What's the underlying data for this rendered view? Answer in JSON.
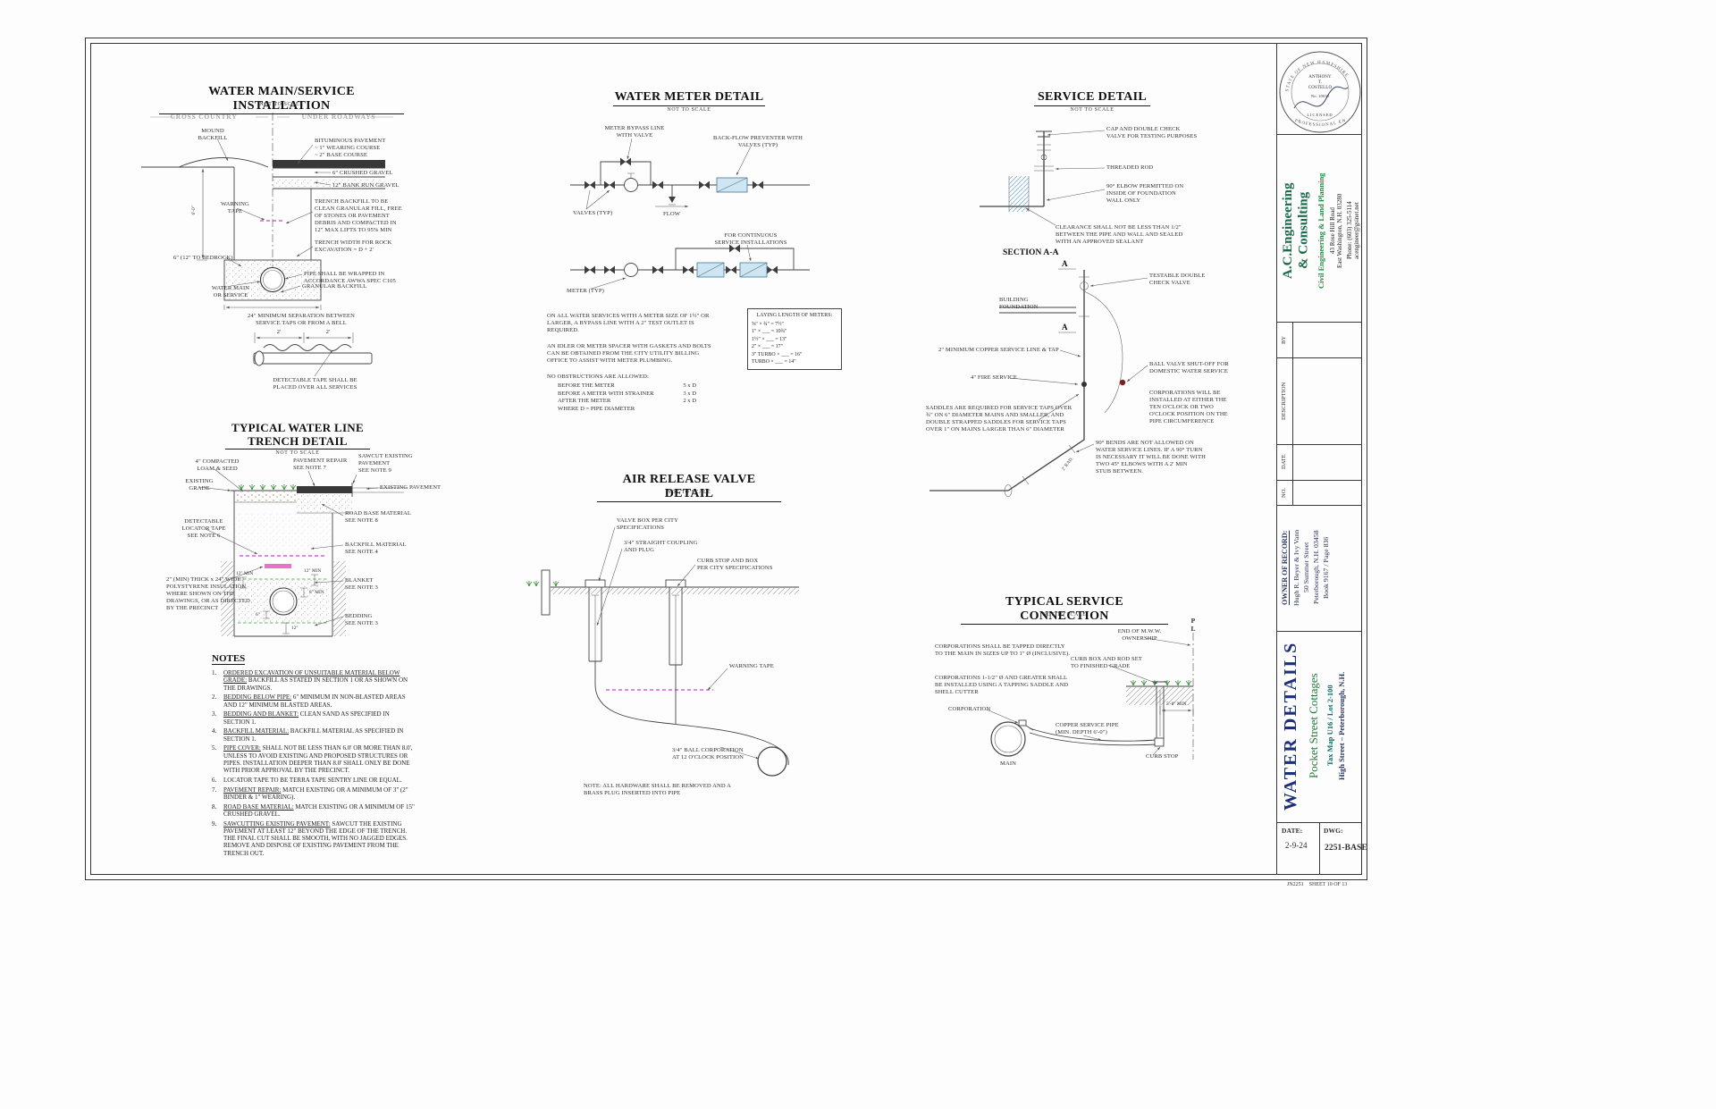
{
  "colors": {
    "line": "#444444",
    "label": "#2e2e2e",
    "accent_green": "#1f7a38",
    "accent_navy": "#26315e",
    "accent_teal": "#0e6a60",
    "magenta_tape": "#cf09cf",
    "backflow_blue": "#cfe6f2"
  },
  "details": {
    "water_main": {
      "title": "WATER MAIN/SERVICE INSTALLATION",
      "scale": "NOT TO SCALE",
      "zones": {
        "left": "CROSS COUNTRY",
        "right": "UNDER ROADWAYS"
      },
      "labels": {
        "mound_backfill": "MOUND\nBACKFILL",
        "bituminous": "BITUMINOUS PAVEMENT\n~ 1\" WEARING COURSE\n~ 2\" BASE COURSE",
        "crushed_gravel": "6\" CRUSHED GRAVEL",
        "bank_run": "12\" BANK RUN GRAVEL",
        "warning_tape": "WARNING\nTAPE",
        "trench_backfill": "TRENCH BACKFILL TO BE\nCLEAN GRANULAR FILL, FREE\nOF STONES OR PAVEMENT\nDEBRIS AND COMPACTED IN\n12\" MAX LIFTS TO 95% MIN",
        "trench_width": "TRENCH WIDTH FOR ROCK\nEXCAVATION = D + 2'",
        "bedrock": "6\" (12\" TO BEDROCK)",
        "pipe_wrap": "PIPE SHALL BE WRAPPED IN\nACCORDANCE AWWA SPEC C105",
        "water_main_or_service": "WATER MAIN\nOR SERVICE",
        "granular_backfill": "GRANULAR BACKFILL",
        "depth_dim": "6'-0\"",
        "separation": "24\" MINIMUM SEPARATION BETWEEN\nSERVICE TAPS OR FROM A BELL",
        "dim_2_a": "2'",
        "dim_2_b": "2'",
        "tape_note": "DETECTABLE TAPE SHALL BE\nPLACED OVER ALL SERVICES"
      }
    },
    "water_meter": {
      "title": "WATER METER DETAIL",
      "scale": "NOT TO SCALE",
      "labels": {
        "bypass": "METER BYPASS LINE\nWITH VALVE",
        "backflow": "BACK-FLOW PREVENTER WITH\nVALVES (TYP)",
        "valves_typ": "VALVES (TYP)",
        "flow": "FLOW",
        "continuous": "FOR CONTINUOUS\nSERVICE INSTALLATIONS",
        "meter_typ": "METER (TYP)"
      },
      "notes": {
        "para1": "ON ALL WATER SERVICES WITH A METER SIZE OF 1½\" OR\nLARGER, A BYPASS LINE WITH A 2\" TEST OUTLET IS\nREQUIRED.",
        "para2": "AN IDLER OR METER SPACER WITH GASKETS AND BOLTS\nCAN BE OBTAINED FROM THE CITY UTILITY BILLING\nOFFICE TO ASSIST WITH METER PLUMBING.",
        "obstructions_heading": "NO OBSTRUCTIONS ARE ALLOWED:",
        "obstruction_rows": [
          {
            "item": "BEFORE THE METER",
            "value": "5 x D"
          },
          {
            "item": "BEFORE A METER WITH STRAINER",
            "value": "3 x D"
          },
          {
            "item": "AFTER THE METER",
            "value": "2 x D"
          },
          {
            "item": "WHERE D = PIPE DIAMETER",
            "value": ""
          }
        ]
      },
      "laying_table": {
        "title": "LAYING LENGTH OF METERS:",
        "rows": [
          "⅝\" × ¾\"  =  7½\"",
          "1\" × ___  =  10¾\"",
          "1½\" × ___  =  13\"",
          "2\" × ___  =  17\"",
          "3\" TURBO × ___  =  16\"",
          "TURBO × ___  =  14\""
        ]
      }
    },
    "service_detail": {
      "title": "SERVICE DETAIL",
      "scale": "NOT TO SCALE",
      "section_label": "SECTION A-A",
      "section_marker": "A",
      "labels": {
        "cap": "CAP AND DOUBLE CHECK\nVALVE FOR TESTING PURPOSES",
        "threaded_rod": "THREADED ROD",
        "elbow": "90° ELBOW PERMITTED ON\nINSIDE OF FOUNDATION\nWALL ONLY",
        "clearance": "CLEARANCE SHALL NOT BE LESS THAN 1/2\"\nBETWEEN THE PIPE AND WALL AND SEALED\nWITH AN APPROVED SEALANT",
        "building_foundation": "BUILDING\nFOUNDATION",
        "testable": "TESTABLE DOUBLE\nCHECK VALVE",
        "copper_service": "2\" MINIMUM COPPER SERVICE LINE & TAP",
        "fire_service": "4\" FIRE SERVICE",
        "ball_valve": "BALL VALVE SHUT-OFF FOR\nDOMESTIC WATER SERVICE",
        "corporations": "CORPORATIONS WILL BE\nINSTALLED AT EITHER THE\nTEN O'CLOCK OR TWO\nO'CLOCK POSITION ON THE\nPIPE CIRCUMFERENCE",
        "saddles": "SADDLES ARE REQUIRED FOR SERVICE TAPS OVER\n¾\" ON 6\" DIAMETER MAINS AND SMALLER, AND\nDOUBLE STRAPPED SADDLES FOR SERVICE TAPS\nOVER 1\" ON MAINS LARGER THAN 6\" DIAMETER",
        "bends": "90° BENDS ARE NOT ALLOWED ON\nWATER SERVICE LINES. IF A 90° TURN\nIS NECESSARY IT WILL BE DONE WITH\nTWO 45° ELBOWS WITH A 2' MIN\nSTUB BETWEEN.",
        "radius": "2' RAD."
      }
    },
    "trench": {
      "title": "TYPICAL WATER LINE\nTRENCH DETAIL",
      "scale": "NOT TO SCALE",
      "labels": {
        "loam": "4\" COMPACTED\nLOAM & SEED",
        "existing_grade": "EXISTING\nGRADE",
        "sawcut": "SAWCUT EXISTING\nPAVEMENT\nSEE NOTE 9",
        "pavement_repair": "PAVEMENT REPAIR\nSEE NOTE 7",
        "existing_pavement": "EXISTING PAVEMENT",
        "road_base": "ROAD BASE MATERIAL\nSEE NOTE 8",
        "locator_tape": "DETECTABLE\nLOCATOR TAPE\nSEE NOTE 6",
        "backfill": "BACKFILL MATERIAL\nSEE NOTE 4",
        "blanket": "BLANKET\nSEE NOTE 3",
        "insulation": "2\" (MIN) THICK x 24\" WIDE\nPOLYSTYRENE INSULATION\nWHERE SHOWN ON THE\nDRAWINGS, OR AS DIRECTED\nBY THE PRECINCT",
        "bedding": "BEDDING\nSEE NOTE 3",
        "dim_12min_left": "12\" MIN",
        "dim_12min_right": "12\" MIN",
        "dim_8min": "8\" MIN",
        "dim_6": "6\"",
        "dim_12": "12\""
      }
    },
    "air_release": {
      "title": "AIR RELEASE VALVE DETAIL",
      "scale": "NOT TO SCALE",
      "labels": {
        "valve_box": "VALVE BOX PER CITY\nSPECIFICATIONS",
        "coupling": "3/4\" STRAIGHT COUPLING\nAND PLUG",
        "curb_stop_box": "CURB STOP AND BOX\nPER CITY SPECIFICATIONS",
        "warning_tape": "WARNING TAPE",
        "ball_corporation": "3/4\" BALL CORPORATION\nAT 12 O'CLOCK POSITION",
        "note": "NOTE:  ALL HARDWARE SHALL BE REMOVED AND A\nBRASS PLUG INSERTED INTO PIPE"
      }
    },
    "service_connection": {
      "title": "TYPICAL SERVICE CONNECTION",
      "scale": "NOT TO SCALE",
      "labels": {
        "corp_direct": "CORPORATIONS SHALL BE TAPPED DIRECTLY\nTO THE MAIN IN SIZES UP TO 1\" Ø (INCLUSIVE).",
        "corp_saddle": "CORPORATIONS 1-1/2\" Ø AND GREATER SHALL\nBE INSTALLED USING A TAPPING SADDLE AND\nSHELL CUTTER",
        "end_ownership": "END OF M.W.W.\nOWNERSHIP",
        "curb_box": "CURB BOX AND ROD SET\nTO FINISHED GRADE",
        "corporation": "CORPORATION",
        "copper_pipe": "COPPER SERVICE PIPE\n(MIN. DEPTH 6'-0\")",
        "main": "MAIN",
        "curb_stop": "CURB STOP",
        "dim_5ft": "5'-0\" MIN.",
        "property_line": "P\nL"
      }
    }
  },
  "notes": {
    "title": "NOTES",
    "items": [
      {
        "num": "1.",
        "lead": "ORDERED EXCAVATION OF UNSUITABLE MATERIAL BELOW GRADE:",
        "rest": " BACKFILL AS STATED IN SECTION 1 OR AS SHOWN ON THE DRAWINGS."
      },
      {
        "num": "2.",
        "lead": "BEDDING BELOW PIPE:",
        "rest": " 6\" MINIMUM IN NON-BLASTED AREAS AND 12\" MINIMUM BLASTED AREAS."
      },
      {
        "num": "3.",
        "lead": "BEDDING AND BLANKET:",
        "rest": " CLEAN SAND AS SPECIFIED IN SECTION 1."
      },
      {
        "num": "4.",
        "lead": "BACKFILL MATERIAL:",
        "rest": " BACKFILL MATERIAL AS SPECIFIED IN SECTION 1."
      },
      {
        "num": "5.",
        "lead": "PIPE COVER:",
        "rest": " SHALL NOT BE LESS THAN 6.0' OR MORE THAN 8.0', UNLESS TO AVOID EXISTING AND PROPOSED STRUCTURES OR PIPES. INSTALLATION DEEPER THAN 8.0' SHALL ONLY BE DONE WITH PRIOR APPROVAL BY THE PRECINCT."
      },
      {
        "num": "6.",
        "lead": "",
        "rest": "LOCATOR TAPE TO BE TERRA TAPE SENTRY LINE OR EQUAL."
      },
      {
        "num": "7.",
        "lead": "PAVEMENT REPAIR:",
        "rest": " MATCH EXISTING OR A MINIMUM OF 3\" (2\" BINDER & 1\" WEARING)."
      },
      {
        "num": "8.",
        "lead": "ROAD BASE MATERIAL:",
        "rest": " MATCH EXISTING OR A MINIMUM OF 15\" CRUSHED GRAVEL."
      },
      {
        "num": "9.",
        "lead": "SAWCUTTING EXISTING PAVEMENT:",
        "rest": " SAWCUT THE EXISTING PAVEMENT AT LEAST 12\" BEYOND THE EDGE OF THE TRENCH. THE FINAL CUT SHALL BE SMOOTH, WITH NO JAGGED EDGES. REMOVE AND DISPOSE OF EXISTING PAVEMENT FROM THE TRENCH OUT."
      }
    ]
  },
  "titleblock": {
    "stamp": {
      "ring_top": "STATE OF NEW HAMPSHIRE",
      "ring_bottom": "PROFESSIONAL ENGINEER",
      "center": "ANTHONY\nT.\nCOSTELLO",
      "number": "No. 10030",
      "banner": "LICENSED"
    },
    "company": {
      "name": "A.C.Engineering\n& Consulting",
      "tagline": "Civil Engineering & Land Planning",
      "address": "43 Rose Hill Road\nEast Washington, N.H.  03280",
      "phone": "Phone: (603) 325-5114\nacengineer@gsinet.net"
    },
    "revision": {
      "by": "BY",
      "description": "DESCRIPTION",
      "date": "DATE",
      "no": "NO."
    },
    "owner": {
      "heading": "OWNER OF RECORD:",
      "name": "Hugh R. Beyer & Ivy Vann",
      "street": "50 Summer Street",
      "town": "Peterborough, N.H. 03458",
      "book": "Book 9167 / Page 836"
    },
    "project": {
      "sheet_title": "WATER DETAILS",
      "name": "Pocket Street Cottages",
      "taxmap": "Tax Map U16 / Lot 2-100",
      "location": "High Street – Peterborough, N.H."
    },
    "issue": {
      "date_label": "DATE:",
      "date_value": "2-9-24",
      "dwg_label": "DWG:",
      "dwg_value": "2251-BASE"
    },
    "footer": "JN2251    SHEET 10 OF 13"
  }
}
